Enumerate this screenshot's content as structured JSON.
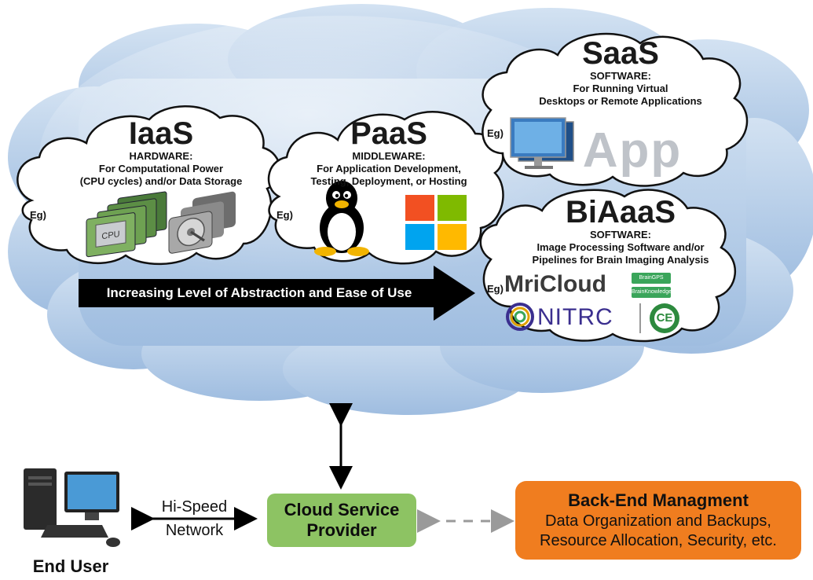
{
  "colors": {
    "cloud_top": "#c9dbee",
    "cloud_bottom": "#a6c2e2",
    "arrow_bar": "#000000",
    "provider_box": "#8dc363",
    "backend_box": "#f07d1f"
  },
  "iaas": {
    "title": "IaaS",
    "category": "HARDWARE:",
    "desc_line1": "For Computational Power",
    "desc_line2": "(CPU cycles) and/or Data Storage",
    "eg": "Eg)",
    "icons": [
      "cpu-chips-icon",
      "hard-drives-icon"
    ]
  },
  "paas": {
    "title": "PaaS",
    "category": "MIDDLEWARE:",
    "desc_line1": "For Application Development,",
    "desc_line2": "Testing, Deployment, or Hosting",
    "eg": "Eg)",
    "icons": [
      "linux-penguin-icon",
      "windows-logo-icon"
    ]
  },
  "saas": {
    "title": "SaaS",
    "category": "SOFTWARE:",
    "desc_line1": "For Running Virtual",
    "desc_line2": "Desktops or Remote Applications",
    "eg": "Eg)",
    "icons": [
      "virtual-desktop-monitors-icon",
      "app-mosaic-icon"
    ],
    "app_word": "App"
  },
  "biaaas": {
    "title": "BiAaaS",
    "category": "SOFTWARE:",
    "desc_line1": "Image Processing Software and/or",
    "desc_line2": "Pipelines for Brain Imaging Analysis",
    "eg": "Eg)",
    "mricloud": "MriCloud",
    "badge1": "BrainGPS",
    "badge2": "BrainKnowledge",
    "nitrc": "NITRC",
    "ce": "CE"
  },
  "abstraction_arrow": "Increasing Level of Abstraction and Ease of Use",
  "network_label_line1": "Hi-Speed",
  "network_label_line2": "Network",
  "end_user": "End User",
  "provider_line1": "Cloud Service",
  "provider_line2": "Provider",
  "backend": {
    "title": "Back-End Managment",
    "line1": "Data Organization and Backups,",
    "line2": "Resource Allocation, Security, etc."
  }
}
